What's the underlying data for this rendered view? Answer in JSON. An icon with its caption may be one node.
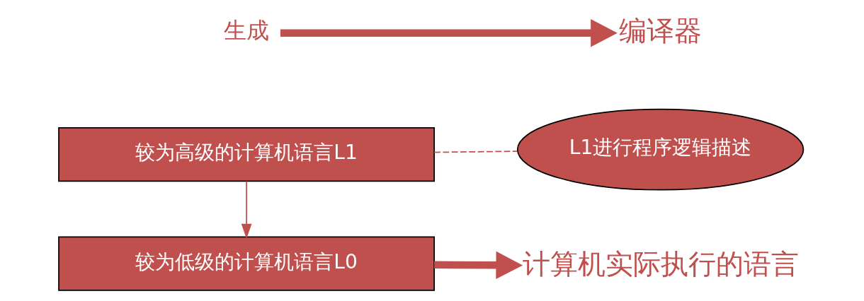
{
  "diagram": {
    "nodes": [
      {
        "text": [
          "较为高级的计算机语言L1"
        ]
      },
      {
        "text": [
          "较为低级的计算机语言L0"
        ]
      },
      {
        "text": [
          "L1进行程序逻辑描述"
        ]
      },
      {
        "text": [
          "计算机实际执行的语言"
        ]
      },
      {
        "text": [
          "生成"
        ]
      },
      {
        "text": [
          "编译器"
        ]
      }
    ],
    "edges": [
      {
        "from": 0,
        "to": 1,
        "arrow": "to"
      },
      {
        "from": 0,
        "to": 2,
        "arrow": "none",
        "style": "dashed"
      },
      {
        "from": 1,
        "to": 3,
        "arrow": "to",
        "style": "thick"
      },
      {
        "from": 4,
        "to": 5,
        "arrow": "to",
        "style": "thick"
      }
    ]
  }
}
